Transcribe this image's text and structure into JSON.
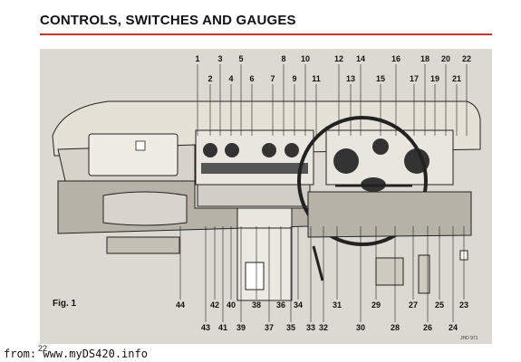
{
  "page": {
    "title": "CONTROLS, SWITCHES AND GAUGES",
    "figure_label": "Fig. 1",
    "page_number": "22",
    "reference_code": "JHD 971",
    "footer_url": "from: www.myDS420.info"
  },
  "colors": {
    "title_rule": "#c0392b",
    "panel_background": "#dcd9d3",
    "dashboard_top": "#e6e1d6"
  },
  "callouts_top": [
    "1",
    "2",
    "3",
    "4",
    "5",
    "6",
    "7",
    "8",
    "9",
    "10",
    "11",
    "12",
    "13",
    "14",
    "15",
    "16",
    "17",
    "18",
    "19",
    "20",
    "21",
    "22"
  ],
  "callouts_bottom": [
    "44",
    "42",
    "43",
    "41",
    "40",
    "39",
    "38",
    "37",
    "36",
    "35",
    "34",
    "33",
    "32",
    "31",
    "30",
    "29",
    "28",
    "27",
    "26",
    "25",
    "24",
    "23"
  ]
}
